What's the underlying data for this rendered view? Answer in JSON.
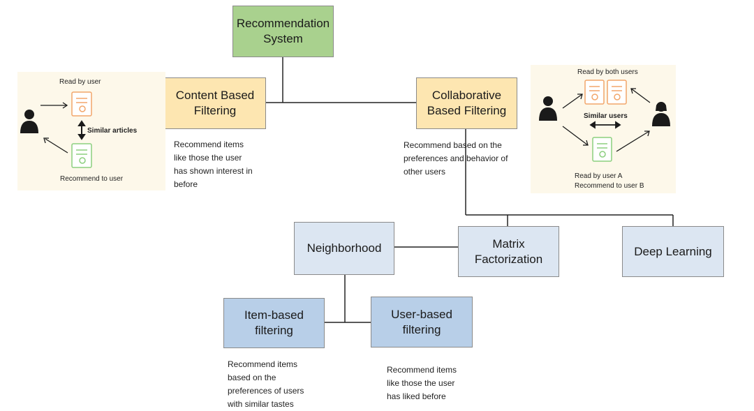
{
  "nodes": {
    "root": "Recommendation\nSystem",
    "content": "Content Based\nFiltering",
    "collab": "Collaborative\nBased Filtering",
    "neighborhood": "Neighborhood",
    "matrix": "Matrix\nFactorization",
    "deep": "Deep Learning",
    "item": "Item-based\nfiltering",
    "user": "User-based\nfiltering"
  },
  "notes": {
    "content": "Recommend items\nlike those the user\nhas shown interest in\nbefore",
    "collab": "Recommend based on the\npreferences and behavior of\nother users",
    "item": "Recommend items\nbased on the\npreferences of users\nwith similar tastes",
    "user": "Recommend items\nlike those the user\nhas liked before"
  },
  "left_panel": {
    "read_by_user": "Read by user",
    "similar_articles": "Similar articles",
    "recommend_to_user": "Recommend to user"
  },
  "right_panel": {
    "read_by_both": "Read by both users",
    "similar_users": "Similar users",
    "read_by_user_a": "Read by user A",
    "recommend_to_user_b": "Recommend to user B"
  },
  "colors": {
    "root": "#a9d18e",
    "filtering": "#fde6b1",
    "light_blue": "#dce6f2",
    "mid_blue": "#b8cfe8",
    "orange_doc": "#f2a66a",
    "green_doc": "#8ccf7e"
  },
  "icons": [
    "user-icon",
    "document-icon",
    "arrow-icon"
  ]
}
